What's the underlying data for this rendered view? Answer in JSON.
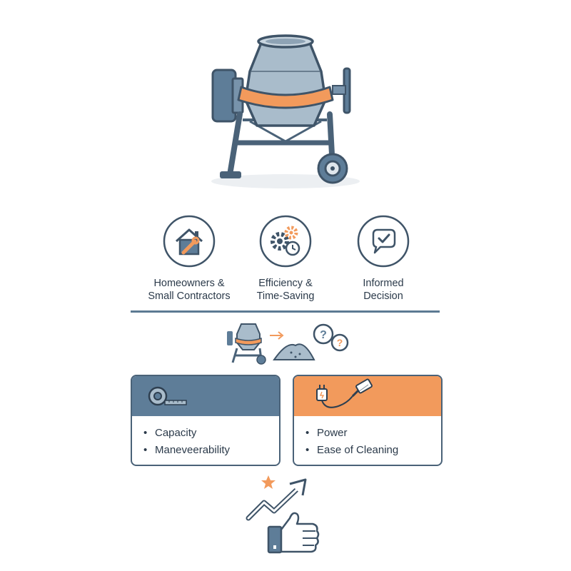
{
  "features": [
    {
      "icon": "house-wrench-icon",
      "line1": "Homeowners &",
      "line2": "Small Contractors"
    },
    {
      "icon": "gears-clock-icon",
      "line1": "Efficiency &",
      "line2": "Time-Saving"
    },
    {
      "icon": "chat-check-icon",
      "line1": "Informed",
      "line2": "Decision"
    }
  ],
  "cards": [
    {
      "icon": "tape-measure-icon",
      "items": [
        "Capacity",
        "Maneveerability"
      ],
      "color": "#5e7d98"
    },
    {
      "icon": "plug-brush-icon",
      "items": [
        "Power",
        "Ease of Cleaning"
      ],
      "color": "#f29a5c"
    }
  ],
  "process": {
    "icons": [
      "cement-mixer-icon",
      "arrow-right-icon",
      "sand-pile-icon",
      "question-bubble-icon"
    ],
    "marks": [
      "?",
      "?"
    ]
  },
  "colors": {
    "slate": "#5e7d98",
    "orange": "#f29a5c",
    "outline": "#4a6278"
  }
}
